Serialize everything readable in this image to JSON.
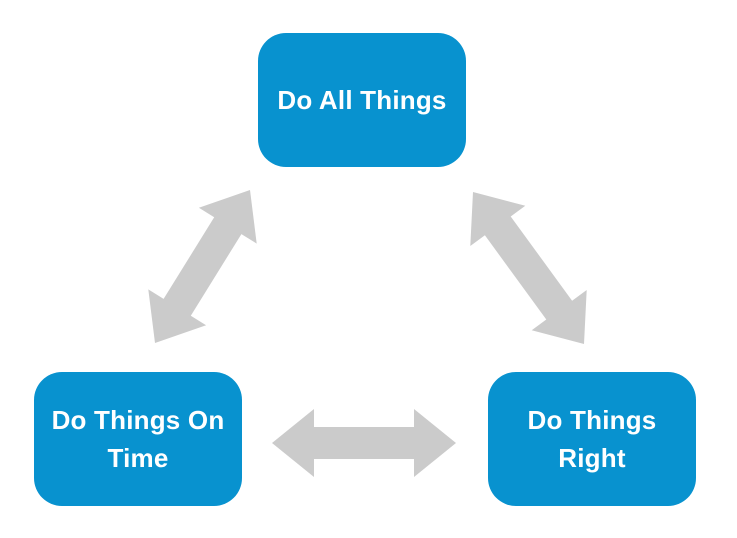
{
  "diagram": {
    "background_color": "#ffffff",
    "node_color": "#0892cf",
    "node_text_color": "#ffffff",
    "arrow_color": "#cbcbcb",
    "nodes": [
      {
        "id": "do-all-things",
        "label": "Do All Things"
      },
      {
        "id": "do-things-on-time",
        "label": "Do Things On\nTime"
      },
      {
        "id": "do-things-right",
        "label": "Do Things\nRight"
      }
    ],
    "connections": [
      {
        "from": "do-all-things",
        "to": "do-things-on-time",
        "style": "double-headed-arrow"
      },
      {
        "from": "do-all-things",
        "to": "do-things-right",
        "style": "double-headed-arrow"
      },
      {
        "from": "do-things-on-time",
        "to": "do-things-right",
        "style": "double-headed-arrow"
      }
    ]
  }
}
